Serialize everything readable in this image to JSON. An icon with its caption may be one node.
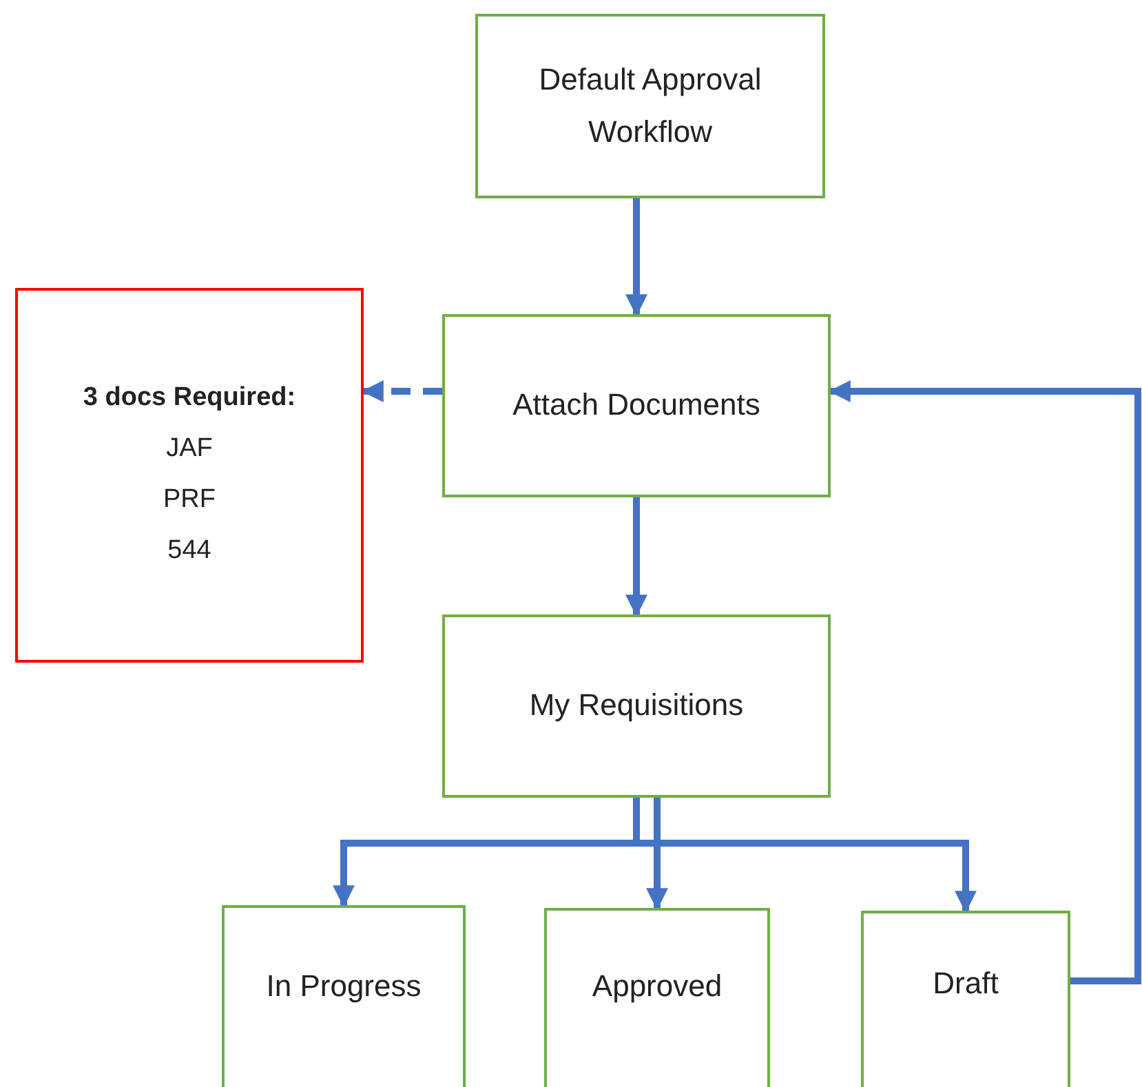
{
  "diagram": {
    "nodes": [
      {
        "text": [
          "Default Approval Workflow"
        ]
      },
      {
        "text": [
          "Attach Documents"
        ]
      },
      {
        "text": [
          "3 docs Required:",
          "JAF",
          "PRF",
          "544"
        ]
      },
      {
        "text": [
          "My Requisitions"
        ]
      },
      {
        "text": [
          "In Progress"
        ]
      },
      {
        "text": [
          "Approved"
        ]
      },
      {
        "text": [
          "Draft"
        ]
      }
    ],
    "edges": [
      {
        "from": 0,
        "to": 1,
        "arrow": "to"
      },
      {
        "from": 1,
        "to": 2,
        "arrow": "to",
        "style": "dashed"
      },
      {
        "from": 1,
        "to": 3,
        "arrow": "to"
      },
      {
        "from": 3,
        "to": 4,
        "arrow": "to"
      },
      {
        "from": 3,
        "to": 5,
        "arrow": "to"
      },
      {
        "from": 3,
        "to": 6,
        "arrow": "to"
      },
      {
        "from": 6,
        "to": 1,
        "arrow": "to"
      }
    ]
  }
}
